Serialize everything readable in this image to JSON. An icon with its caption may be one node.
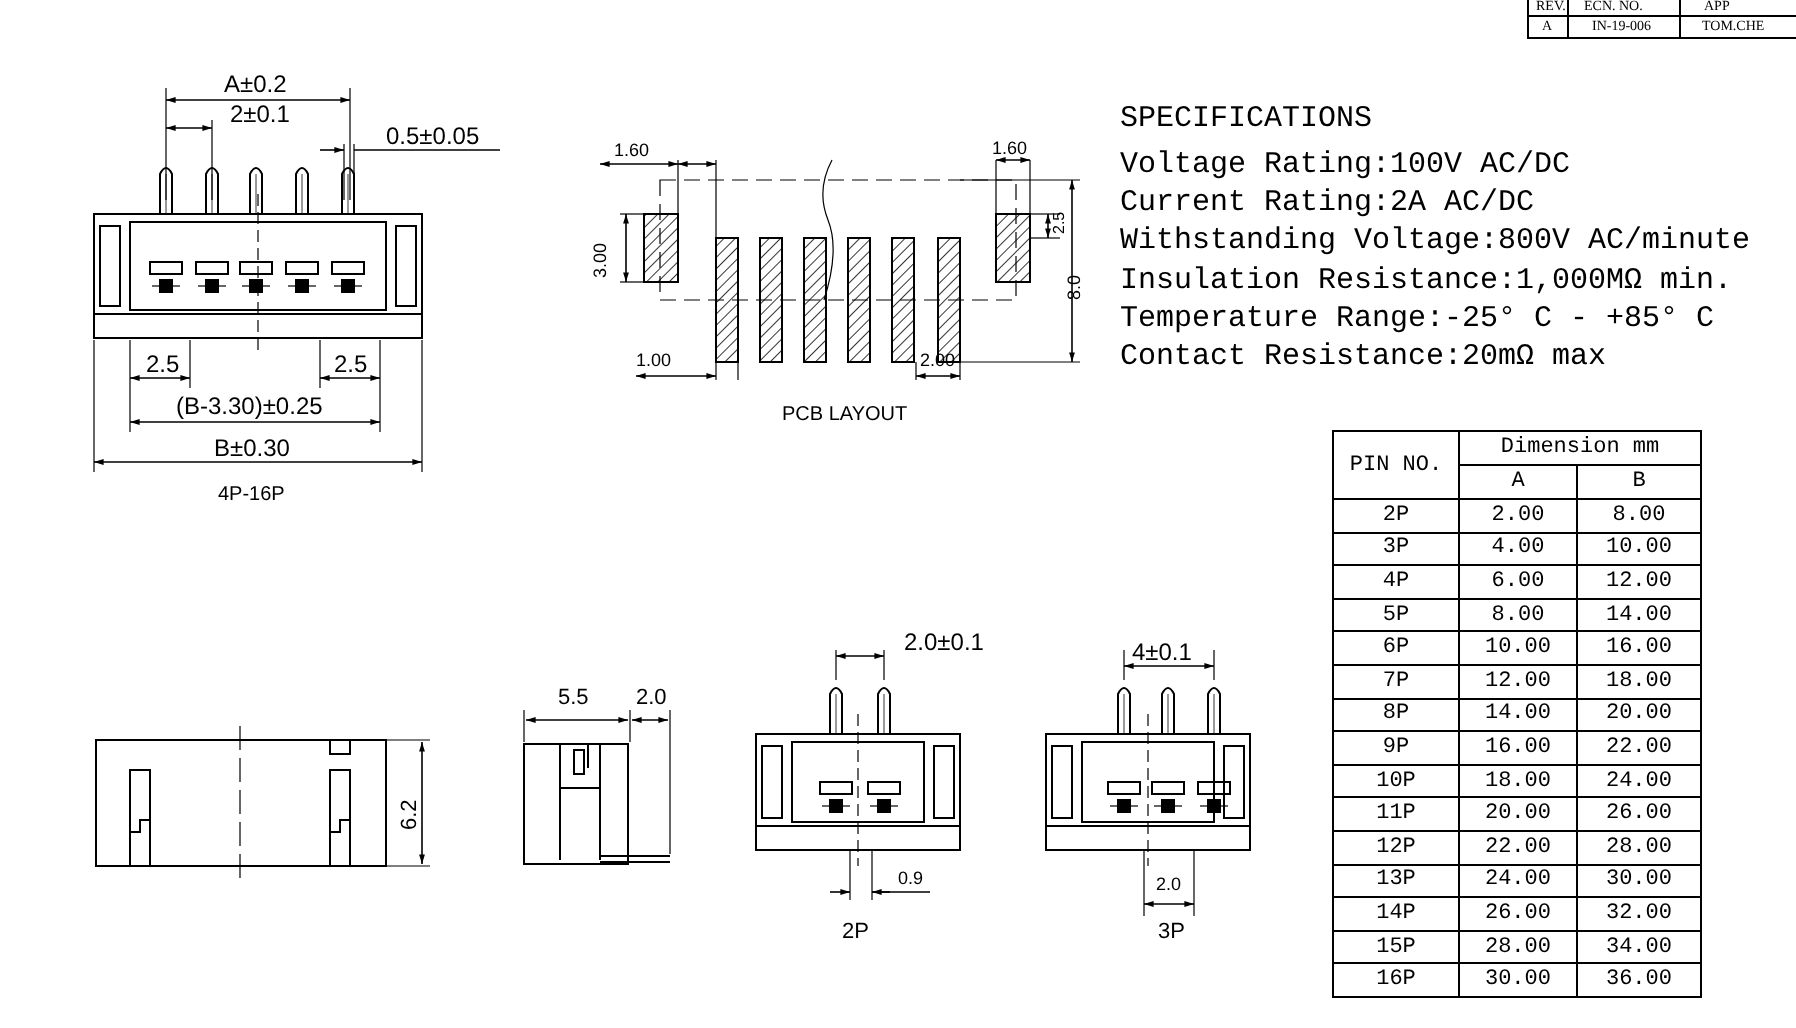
{
  "diagram": {
    "labels": [
      "REV.",
      "ECN. NO.",
      "APP",
      "A",
      "IN-19-006",
      "TOM.CHE",
      "A±0.2",
      "2±0.1",
      "0.5±0.05",
      "2.5",
      "2.5",
      "(B-3.30)±0.25",
      "B±0.30",
      "4P-16P",
      "1.60",
      "1.60",
      "3.00",
      "2.5",
      "8.0",
      "1.00",
      "2.00",
      "PCB LAYOUT",
      "SPECIFICATIONS",
      "Voltage Rating:100V AC/DC",
      "Current Rating:2A AC/DC",
      "Withstanding Voltage:800V AC/minute",
      "Insulation Resistance:1,000MΩ min.",
      "Temperature Range:-25° C - +85° C",
      "Contact Resistance:20mΩ max",
      "PIN NO.",
      "Dimension mm",
      "A",
      "B",
      "2P",
      "2.00",
      "8.00",
      "3P",
      "4.00",
      "10.00",
      "4P",
      "6.00",
      "12.00",
      "5P",
      "8.00",
      "14.00",
      "6P",
      "10.00",
      "16.00",
      "7P",
      "12.00",
      "18.00",
      "8P",
      "14.00",
      "20.00",
      "9P",
      "16.00",
      "22.00",
      "10P",
      "18.00",
      "24.00",
      "11P",
      "20.00",
      "26.00",
      "12P",
      "22.00",
      "28.00",
      "13P",
      "24.00",
      "30.00",
      "14P",
      "26.00",
      "32.00",
      "15P",
      "28.00",
      "34.00",
      "16P",
      "30.00",
      "36.00",
      "6.2",
      "5.5",
      "2.0",
      "2.0±0.1",
      "0.9",
      "2P",
      "4±0.1",
      "2.0",
      "3P"
    ]
  }
}
